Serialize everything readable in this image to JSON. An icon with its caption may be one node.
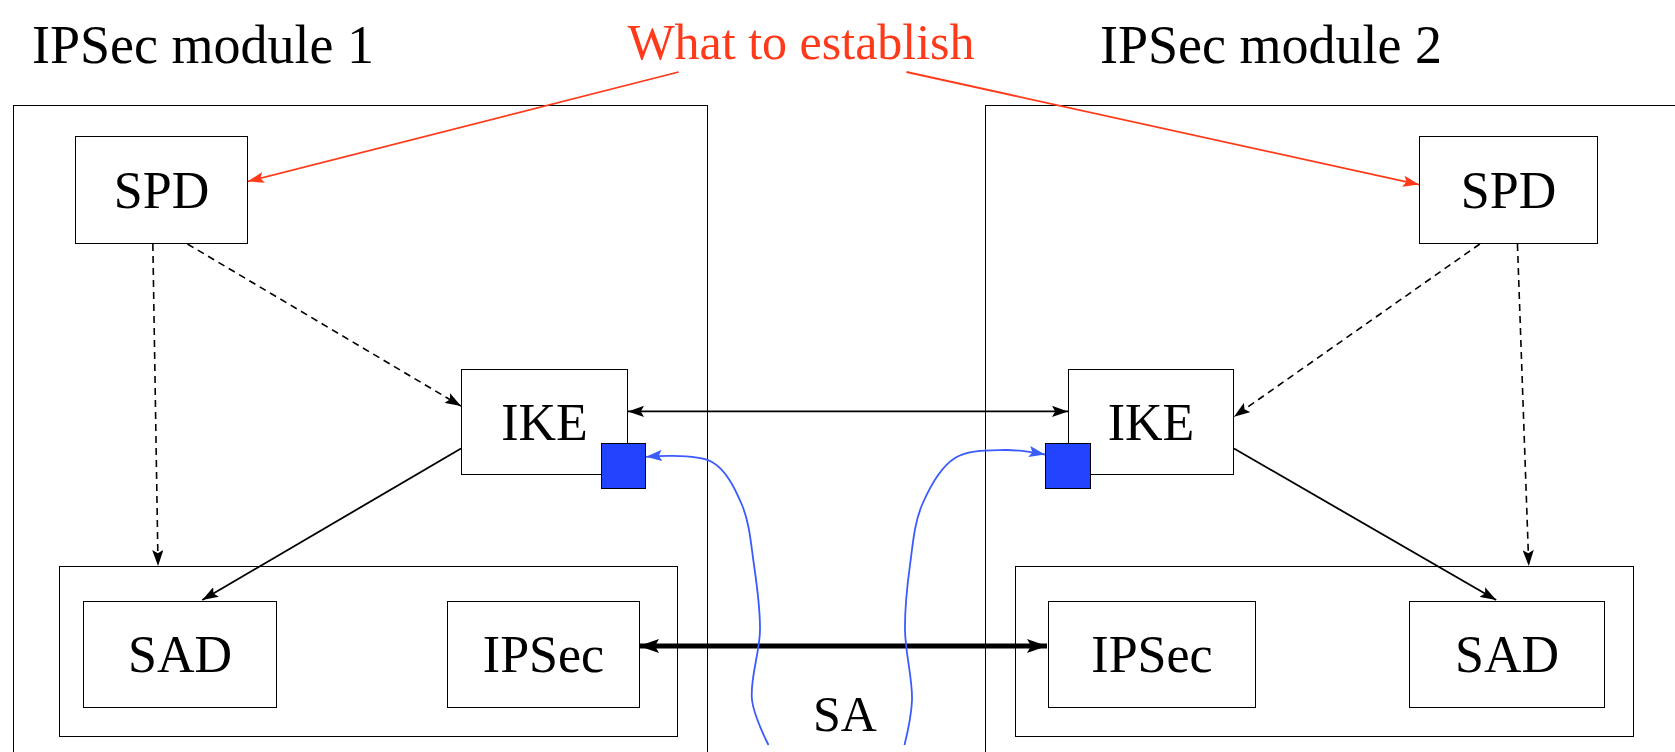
{
  "diagram": {
    "nodes": [
      {
        "text": [
          "IPSec module 1"
        ]
      },
      {
        "text": [
          "SPD"
        ],
        "in": 0
      },
      {
        "text": [
          "IKE"
        ],
        "in": 0
      },
      {
        "text": [],
        "shape": "box",
        "in": 0
      },
      {
        "text": [],
        "shape": "box",
        "in": 0
      },
      {
        "text": [
          "SAD"
        ],
        "in": 4
      },
      {
        "text": [
          "IPSec"
        ],
        "in": 4
      },
      {
        "text": [
          "IPSec module 2"
        ]
      },
      {
        "text": [
          "SPD"
        ],
        "in": 7
      },
      {
        "text": [
          "IKE"
        ],
        "in": 7
      },
      {
        "text": [],
        "shape": "box",
        "in": 7
      },
      {
        "text": [],
        "shape": "box",
        "in": 7
      },
      {
        "text": [
          "IPSec"
        ],
        "in": 11
      },
      {
        "text": [
          "SAD"
        ],
        "in": 11
      },
      {
        "text": [
          "What to establish"
        ]
      },
      {
        "text": [
          "SA"
        ]
      }
    ],
    "edges": [
      {
        "from": 14,
        "to": 1,
        "arrow": "to",
        "color": "#ff3a1a"
      },
      {
        "from": 14,
        "to": 8,
        "arrow": "to",
        "color": "#ff3a1a"
      },
      {
        "from": 1,
        "to": 2,
        "arrow": "to",
        "style": "dashed"
      },
      {
        "from": 1,
        "to": 4,
        "arrow": "to",
        "style": "dashed"
      },
      {
        "from": 2,
        "to": 5,
        "arrow": "to"
      },
      {
        "from": 2,
        "to": 9,
        "arrow": "both"
      },
      {
        "from": 6,
        "to": 12,
        "arrow": "both",
        "style": "thick"
      },
      {
        "from": 8,
        "to": 9,
        "arrow": "to",
        "style": "dashed"
      },
      {
        "from": 8,
        "to": 11,
        "arrow": "to",
        "style": "dashed"
      },
      {
        "from": 9,
        "to": 13,
        "arrow": "to"
      },
      {
        "from": 15,
        "to": 3,
        "arrow": "to",
        "color": "#3a5cff"
      },
      {
        "from": 15,
        "to": 10,
        "arrow": "to",
        "color": "#3a5cff"
      }
    ]
  }
}
